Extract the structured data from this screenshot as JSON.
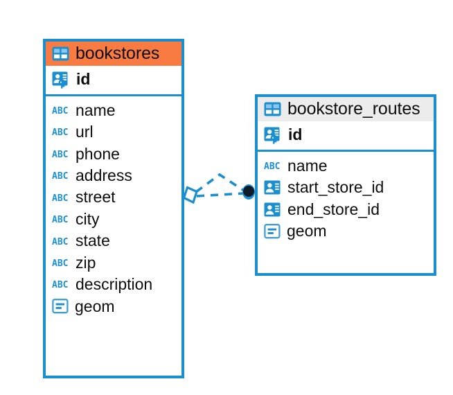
{
  "diagram": {
    "type": "entity-relationship-diagram",
    "background": "#ffffff",
    "colors": {
      "border_blue": "#1a8fd0",
      "header_accent_orange": "#f97b42",
      "header_plain_gray": "#ececec",
      "icon_blue": "#1a8fd0",
      "text": "#0d0d0d",
      "connector_blue": "#1a8fd0",
      "connector_dot": "#0d1b2a"
    },
    "entities": [
      {
        "name": "bookstores",
        "header_style": "accent",
        "icon": "table-icon",
        "primary_key": {
          "label": "id",
          "icon": "primary-key-icon"
        },
        "fields": [
          {
            "label": "name",
            "icon": "abc-text-icon"
          },
          {
            "label": "url",
            "icon": "abc-text-icon"
          },
          {
            "label": "phone",
            "icon": "abc-text-icon"
          },
          {
            "label": "address",
            "icon": "abc-text-icon"
          },
          {
            "label": "street",
            "icon": "abc-text-icon"
          },
          {
            "label": "city",
            "icon": "abc-text-icon"
          },
          {
            "label": "state",
            "icon": "abc-text-icon"
          },
          {
            "label": "zip",
            "icon": "abc-text-icon"
          },
          {
            "label": "description",
            "icon": "abc-text-icon"
          },
          {
            "label": "geom",
            "icon": "geometry-icon"
          }
        ]
      },
      {
        "name": "bookstore_routes",
        "header_style": "plain",
        "icon": "table-icon",
        "primary_key": {
          "label": "id",
          "icon": "primary-key-icon"
        },
        "fields": [
          {
            "label": "name",
            "icon": "abc-text-icon"
          },
          {
            "label": "start_store_id",
            "icon": "foreign-key-icon"
          },
          {
            "label": "end_store_id",
            "icon": "foreign-key-icon"
          },
          {
            "label": "geom",
            "icon": "geometry-icon"
          }
        ]
      }
    ],
    "relationship": {
      "from_entity": "bookstores",
      "to_entity": "bookstore_routes",
      "line_style": "dashed",
      "from_marker": "diamond-marker",
      "to_marker": "filled-circle-marker"
    }
  }
}
